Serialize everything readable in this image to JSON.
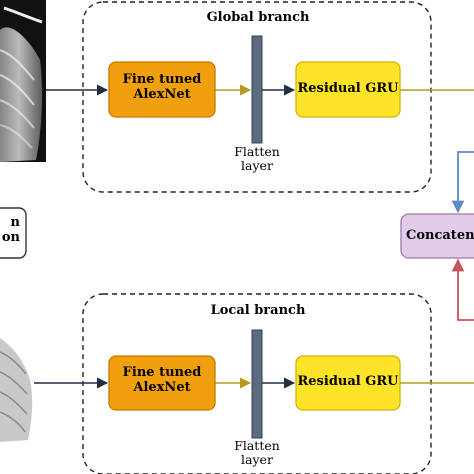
{
  "global_branch": {
    "title": "Global branch",
    "alexnet_label": "Fine tuned\nAlexNet",
    "flatten_label": "Flatten\nlayer",
    "gru_label": "Residual GRU"
  },
  "local_branch": {
    "title": "Local branch",
    "alexnet_label": "Fine tuned\nAlexNet",
    "flatten_label": "Flatten\nlayer",
    "gru_label": "Residual GRU"
  },
  "concat_label": "Concatena",
  "left_box_label": "n\non",
  "colors": {
    "alexnet_fill": "#F0A00F",
    "alexnet_stroke": "#C67800",
    "gru_fill": "#FFE329",
    "gru_stroke": "#D6B200",
    "flatten_fill": "#5C6C80",
    "concat_fill": "#E3CCEA",
    "concat_stroke": "#9C7BAE",
    "arrow_dark": "#1F2F46",
    "arrow_gold": "#B59A1D",
    "arrow_blue": "#5B8CC5",
    "arrow_red": "#C8545A",
    "xray_dark": "#111111",
    "xray_light": "#D8D8D8"
  }
}
